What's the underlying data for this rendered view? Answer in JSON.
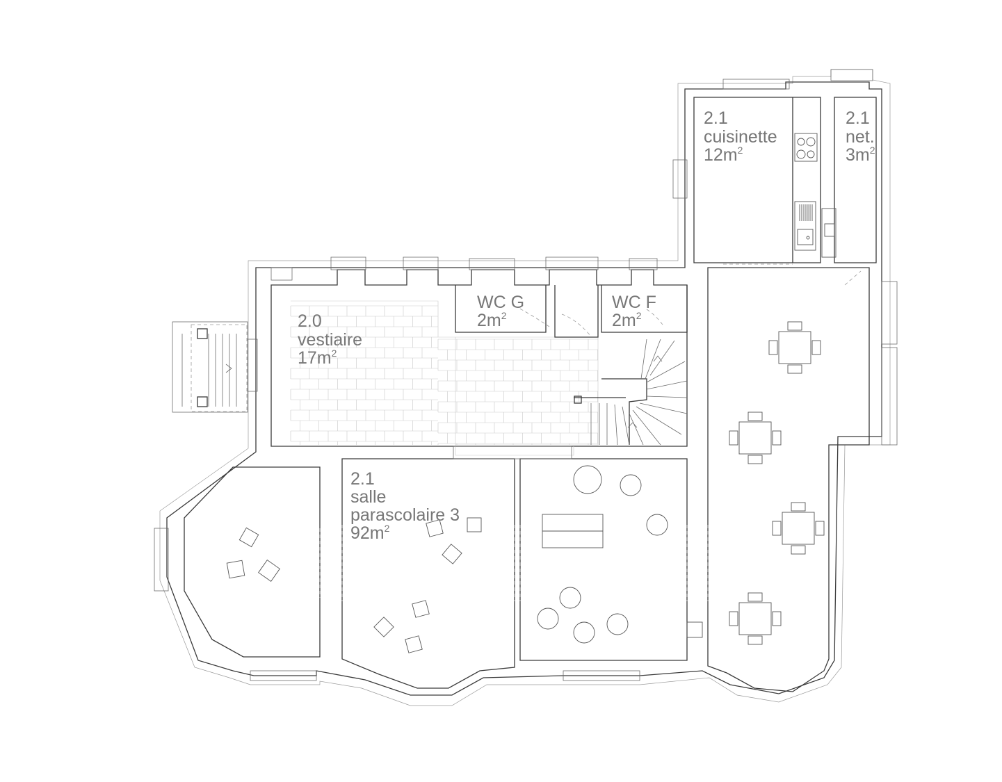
{
  "rooms": [
    {
      "id": "vestiaire",
      "number": "2.0",
      "name": "vestiaire",
      "area": "17m",
      "unit_exp": "2"
    },
    {
      "id": "wc-g",
      "number": "",
      "name": "WC G",
      "area": "2m",
      "unit_exp": "2"
    },
    {
      "id": "wc-f",
      "number": "",
      "name": "WC F",
      "area": "2m",
      "unit_exp": "2"
    },
    {
      "id": "cuisinette",
      "number": "2.1",
      "name": "cuisinette",
      "area": "12m",
      "unit_exp": "2"
    },
    {
      "id": "net",
      "number": "2.1",
      "name": "net.",
      "area": "3m",
      "unit_exp": "2"
    },
    {
      "id": "salle",
      "number": "2.1",
      "name": "salle",
      "name2": "parascolaire 3",
      "area": "92m",
      "unit_exp": "2"
    }
  ]
}
